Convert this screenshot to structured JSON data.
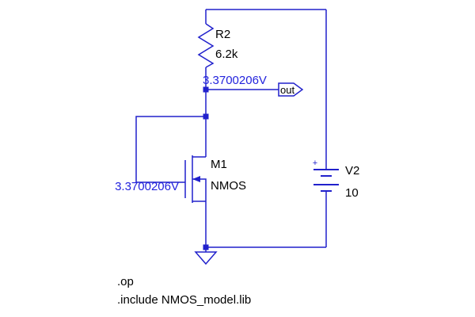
{
  "colors": {
    "background": "#ffffff",
    "wire": "#2121cc",
    "probe_text": "#2323dd",
    "label_text": "#000000"
  },
  "resistor": {
    "name": "R2",
    "value": "6.2k"
  },
  "mosfet": {
    "name": "M1",
    "model": "NMOS"
  },
  "vsource": {
    "name": "V2",
    "value": "10",
    "polarity": "+"
  },
  "net_flag": {
    "label": "out"
  },
  "probes": {
    "out_voltage": "3.3700206V",
    "gate_voltage": "3.3700206V"
  },
  "directives": {
    "op": ".op",
    "include": ".include NMOS_model.lib"
  }
}
